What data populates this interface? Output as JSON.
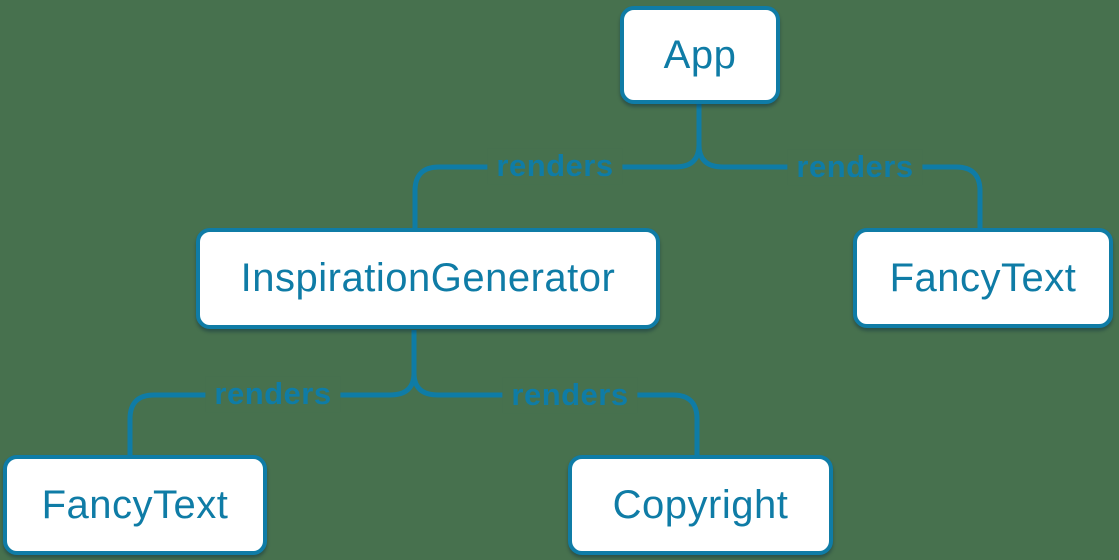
{
  "diagram": {
    "colors": {
      "background": "#47714e",
      "accent": "#0f7ca6",
      "node_fill": "#ffffff",
      "edge": "#0f7ca6"
    },
    "nodes": [
      {
        "id": "app",
        "label": "App"
      },
      {
        "id": "inspiration-generator",
        "label": "InspirationGenerator"
      },
      {
        "id": "fancy-text-top",
        "label": "FancyText"
      },
      {
        "id": "fancy-text-bottom",
        "label": "FancyText"
      },
      {
        "id": "copyright",
        "label": "Copyright"
      }
    ],
    "edges": [
      {
        "from": "App",
        "to": "InspirationGenerator",
        "label": "renders"
      },
      {
        "from": "App",
        "to": "FancyText",
        "label": "renders"
      },
      {
        "from": "InspirationGenerator",
        "to": "FancyText",
        "label": "renders"
      },
      {
        "from": "InspirationGenerator",
        "to": "Copyright",
        "label": "renders"
      }
    ]
  }
}
